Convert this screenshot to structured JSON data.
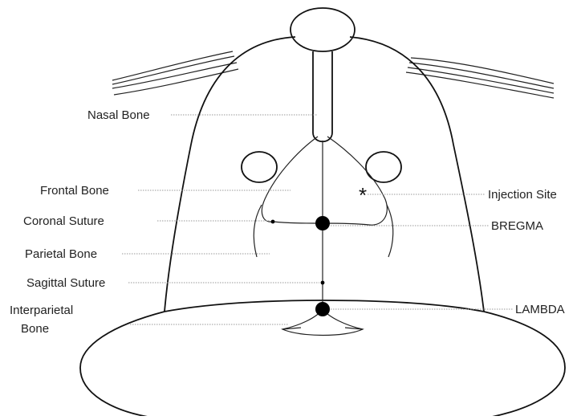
{
  "labels": {
    "nasal_bone": "Nasal Bone",
    "frontal_bone": "Frontal Bone",
    "coronal_suture": "Coronal Suture",
    "parietal_bone": "Parietal Bone",
    "sagittal_suture": "Sagittal Suture",
    "interparietal_line1": "Interparietal",
    "interparietal_line2": "Bone",
    "injection_site": "Injection Site",
    "bregma": "BREGMA",
    "lambda": "LAMBDA"
  },
  "injection_marker": "*"
}
